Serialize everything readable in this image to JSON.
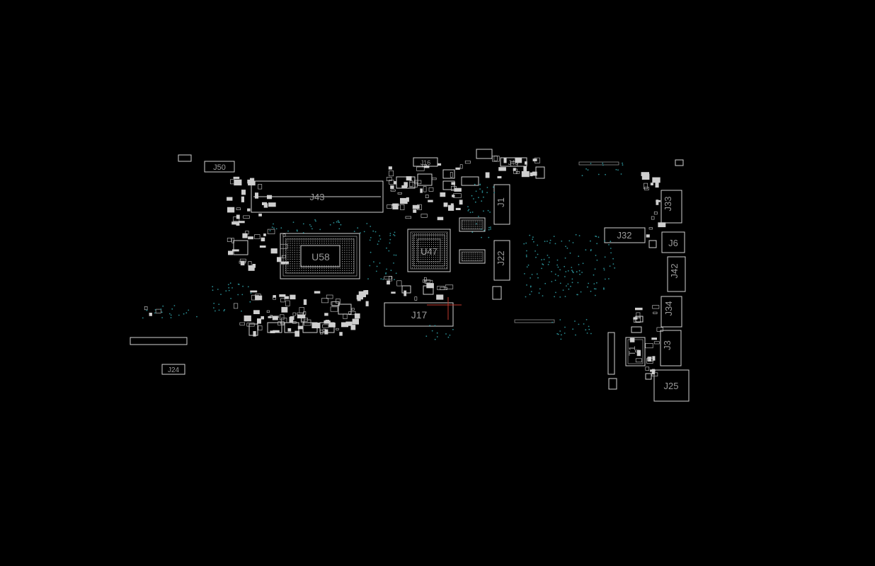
{
  "canvas": {
    "background": "#000000"
  },
  "colors": {
    "outline": "#d0d0d0",
    "label": "#9a9a9a",
    "via": "#2a8d93",
    "marker": "#c0392b"
  },
  "labels": {
    "J43": "J43",
    "U58": "U58",
    "U47": "U47",
    "J17": "J17",
    "J50": "J50",
    "J24": "J24",
    "J16": "J16",
    "J48": "J48",
    "J1": "J1",
    "J22": "J22",
    "J32": "J32",
    "J33": "J33",
    "J6": "J6",
    "J42": "J42",
    "J34": "J34",
    "J3": "J3",
    "J25": "J25",
    "T1": "T1"
  }
}
